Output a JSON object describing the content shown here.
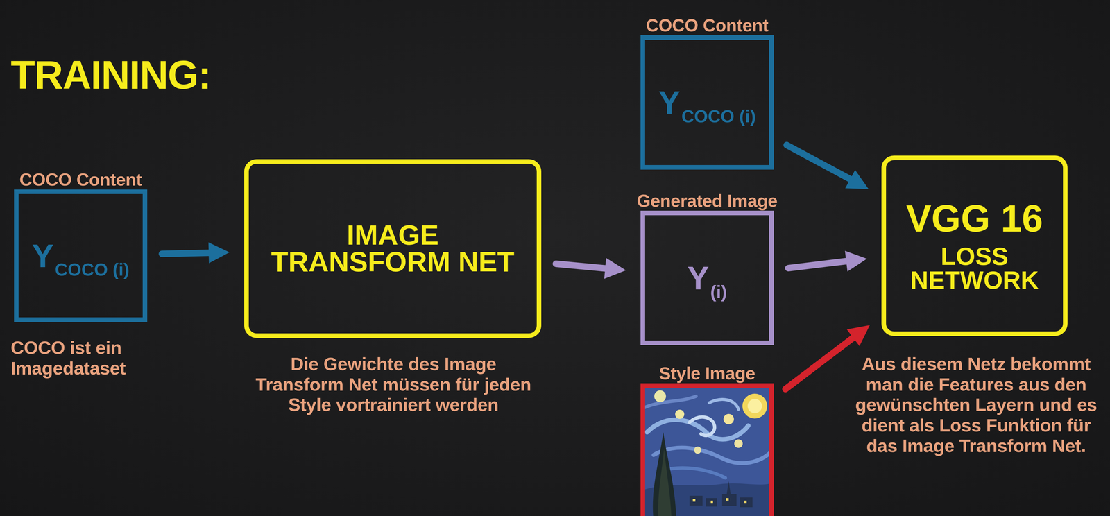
{
  "diagram": {
    "title": "TRAINING:",
    "nodes": [
      {
        "text": [
          "COCO Content",
          "Y",
          "COCO (i)"
        ]
      },
      {
        "text": [
          "IMAGE TRANSFORM NET"
        ]
      },
      {
        "text": [
          "COCO Content",
          "Y",
          "COCO (i)"
        ]
      },
      {
        "text": [
          "Generated Image",
          "Y",
          "(i)"
        ]
      },
      {
        "text": [
          "Style Image"
        ]
      },
      {
        "text": [
          "VGG 16",
          "LOSS NETWORK"
        ]
      }
    ],
    "edges": [
      {
        "from": 0,
        "to": 1,
        "arrow": "to"
      },
      {
        "from": 1,
        "to": 3,
        "arrow": "to"
      },
      {
        "from": 2,
        "to": 5,
        "arrow": "to"
      },
      {
        "from": 3,
        "to": 5,
        "arrow": "to"
      },
      {
        "from": 4,
        "to": 5,
        "arrow": "to"
      }
    ],
    "labels": [
      "COCO ist ein Imagedataset",
      "Die Gewichte des Image Transform Net müssen für jeden Style vortrainiert werden",
      "Aus diesem Netz bekommt man die Features aus den gewünschten Layern und es dient als Loss Funktion für das Image Transform Net."
    ]
  }
}
